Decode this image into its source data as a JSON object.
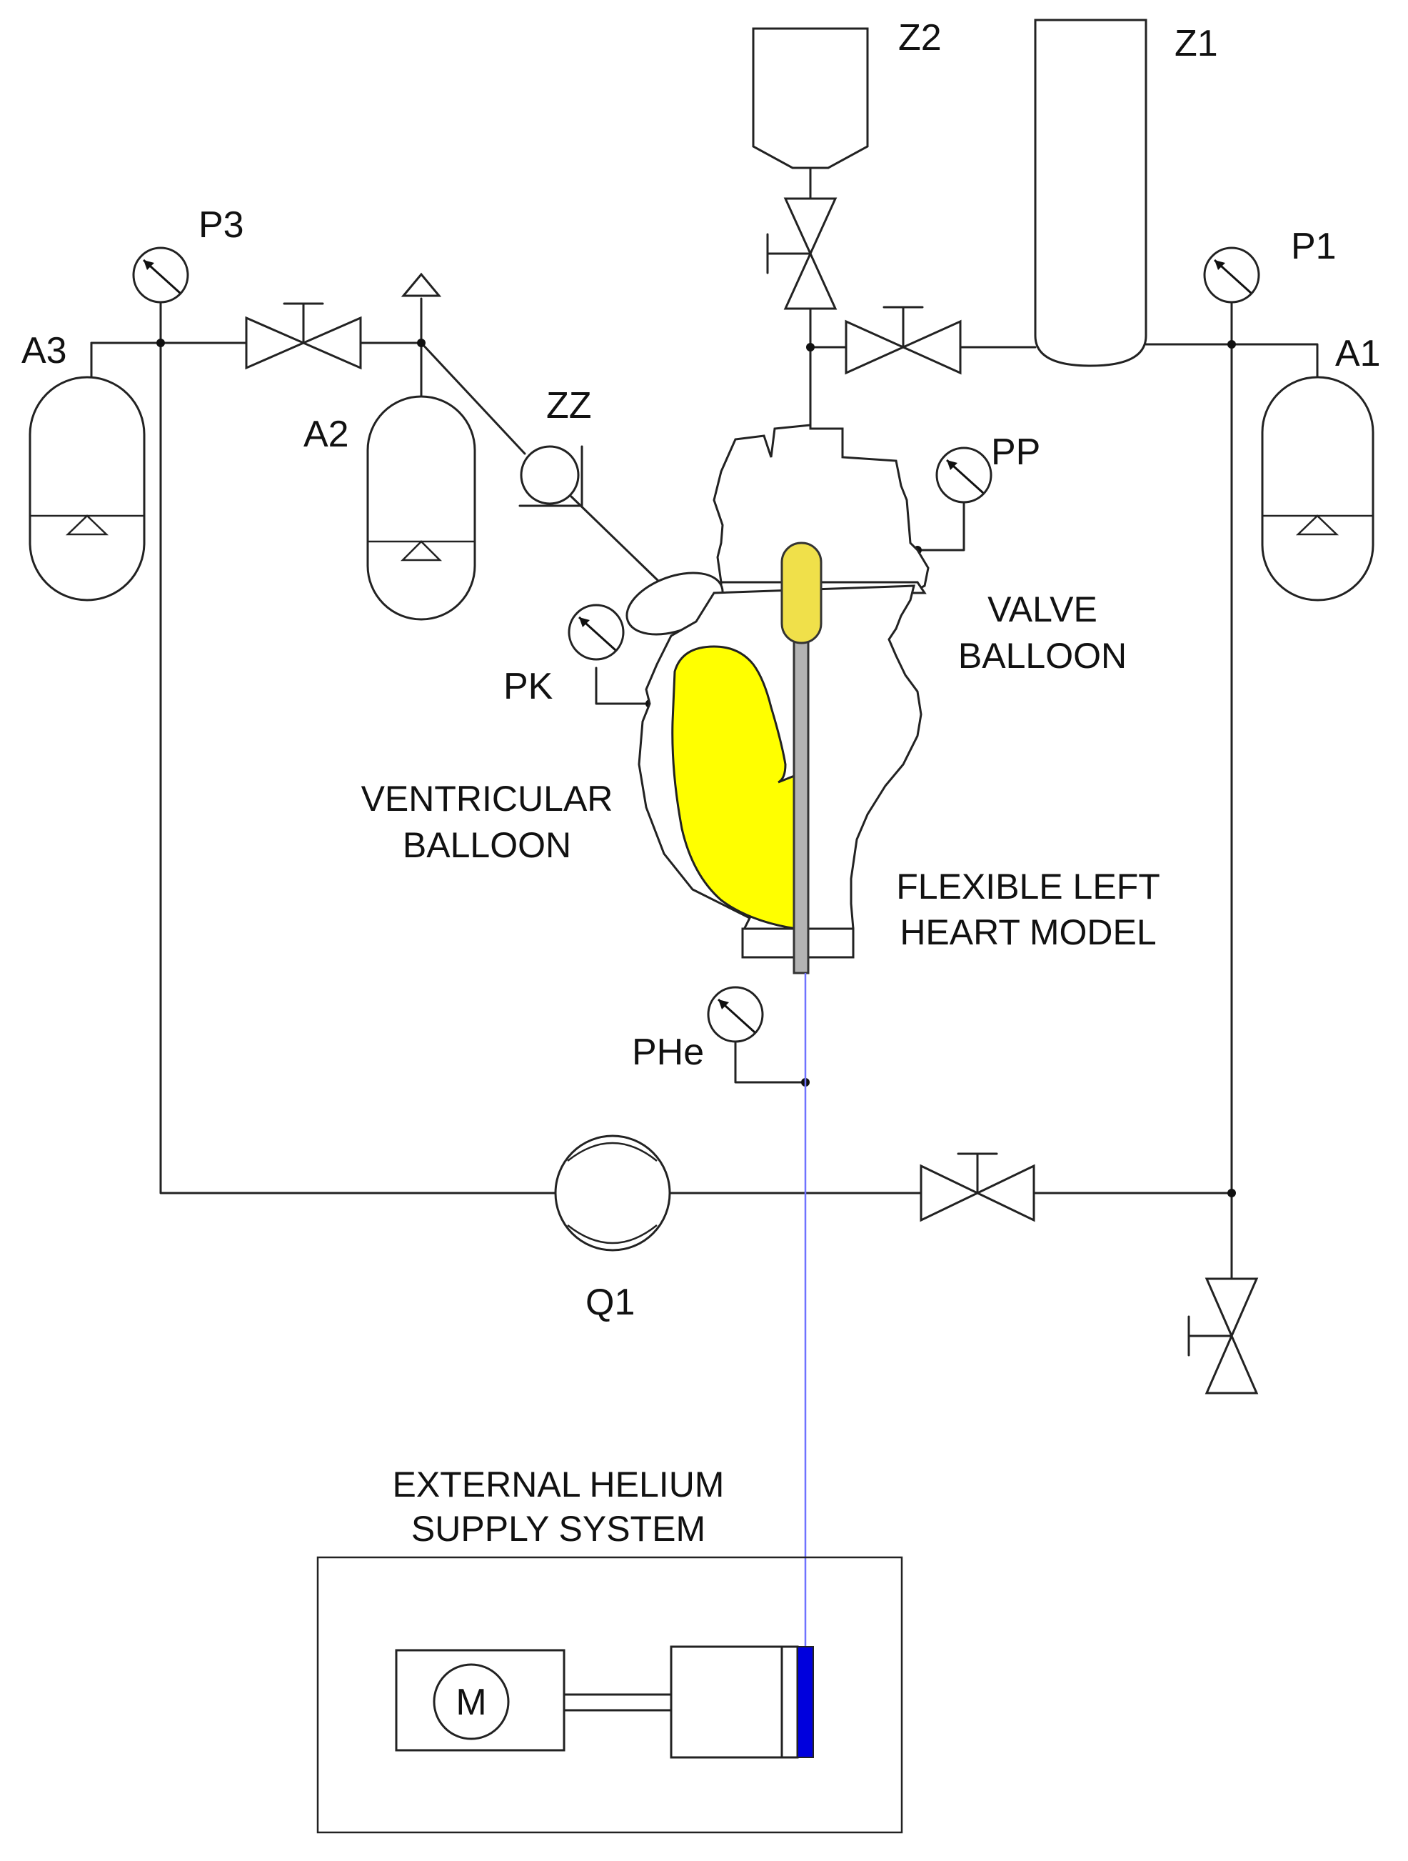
{
  "labels": {
    "z1": "Z1",
    "z2": "Z2",
    "p1": "P1",
    "p3": "P3",
    "a1": "A1",
    "a2": "A2",
    "a3": "A3",
    "zz": "ZZ",
    "pp": "PP",
    "pk": "PK",
    "phe": "PHe",
    "q1": "Q1",
    "motor": "M"
  },
  "headings": {
    "valve_balloon": [
      "VALVE",
      "BALLOON"
    ],
    "ventricular_balloon": [
      "VENTRICULAR",
      "BALLOON"
    ],
    "heart_model": [
      "FLEXIBLE LEFT",
      "HEART MODEL"
    ],
    "helium_supply": [
      "EXTERNAL HELIUM",
      "SUPPLY SYSTEM"
    ]
  },
  "colors": {
    "balloon_yellow": "#ffff00",
    "valve_balloon_yellow": "#f0e04a",
    "catheter_gray": "#b3b3b3",
    "helium_line_blue": "#6f72ff",
    "piston_blue": "#0000dd",
    "line": "#222222"
  }
}
